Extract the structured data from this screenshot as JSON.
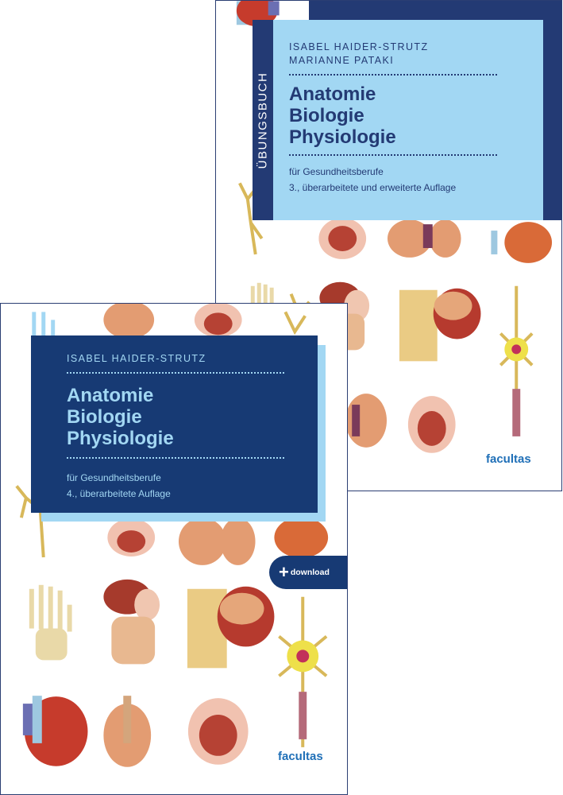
{
  "back_book": {
    "spine_label": "ÜBUNGSBUCH",
    "authors": [
      "ISABEL HAIDER-STRUTZ",
      "MARIANNE PATAKI"
    ],
    "title_lines": [
      "Anatomie",
      "Biologie",
      "Physiologie"
    ],
    "subtitle": "für Gesundheitsberufe",
    "edition": "3., überarbeitete und erweiterte Auflage",
    "publisher": "facultas"
  },
  "front_book": {
    "author": "ISABEL HAIDER-STRUTZ",
    "title_lines": [
      "Anatomie",
      "Biologie",
      "Physiologie"
    ],
    "subtitle": "für Gesundheitsberufe",
    "edition": "4., überarbeitete Auflage",
    "badge": {
      "icon": "plus-icon",
      "label": "download"
    },
    "publisher": "facultas"
  },
  "colors": {
    "navy": "#173a74",
    "light_blue": "#a2d7f3",
    "publisher_blue": "#1f6fb7"
  }
}
